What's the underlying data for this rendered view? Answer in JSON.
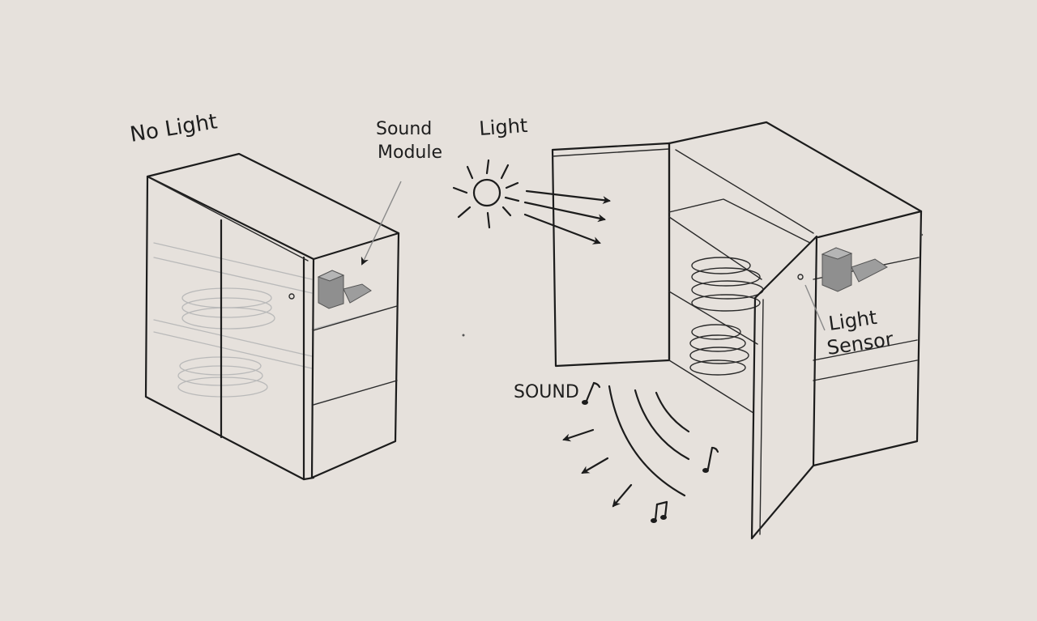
{
  "labels": {
    "no_light": "No Light",
    "sound_module_line1": "Sound",
    "sound_module_line2": "Module",
    "light": "Light",
    "sound": "SOUND",
    "light_sensor_line1": "Light",
    "light_sensor_line2": "Sensor"
  },
  "colors": {
    "background": "#e6e1dc",
    "ink": "#1c1c1c",
    "module_gray": "#8f8f8f"
  },
  "icons": {
    "sun": "sun-icon",
    "music_notes": "music-note-icon"
  }
}
